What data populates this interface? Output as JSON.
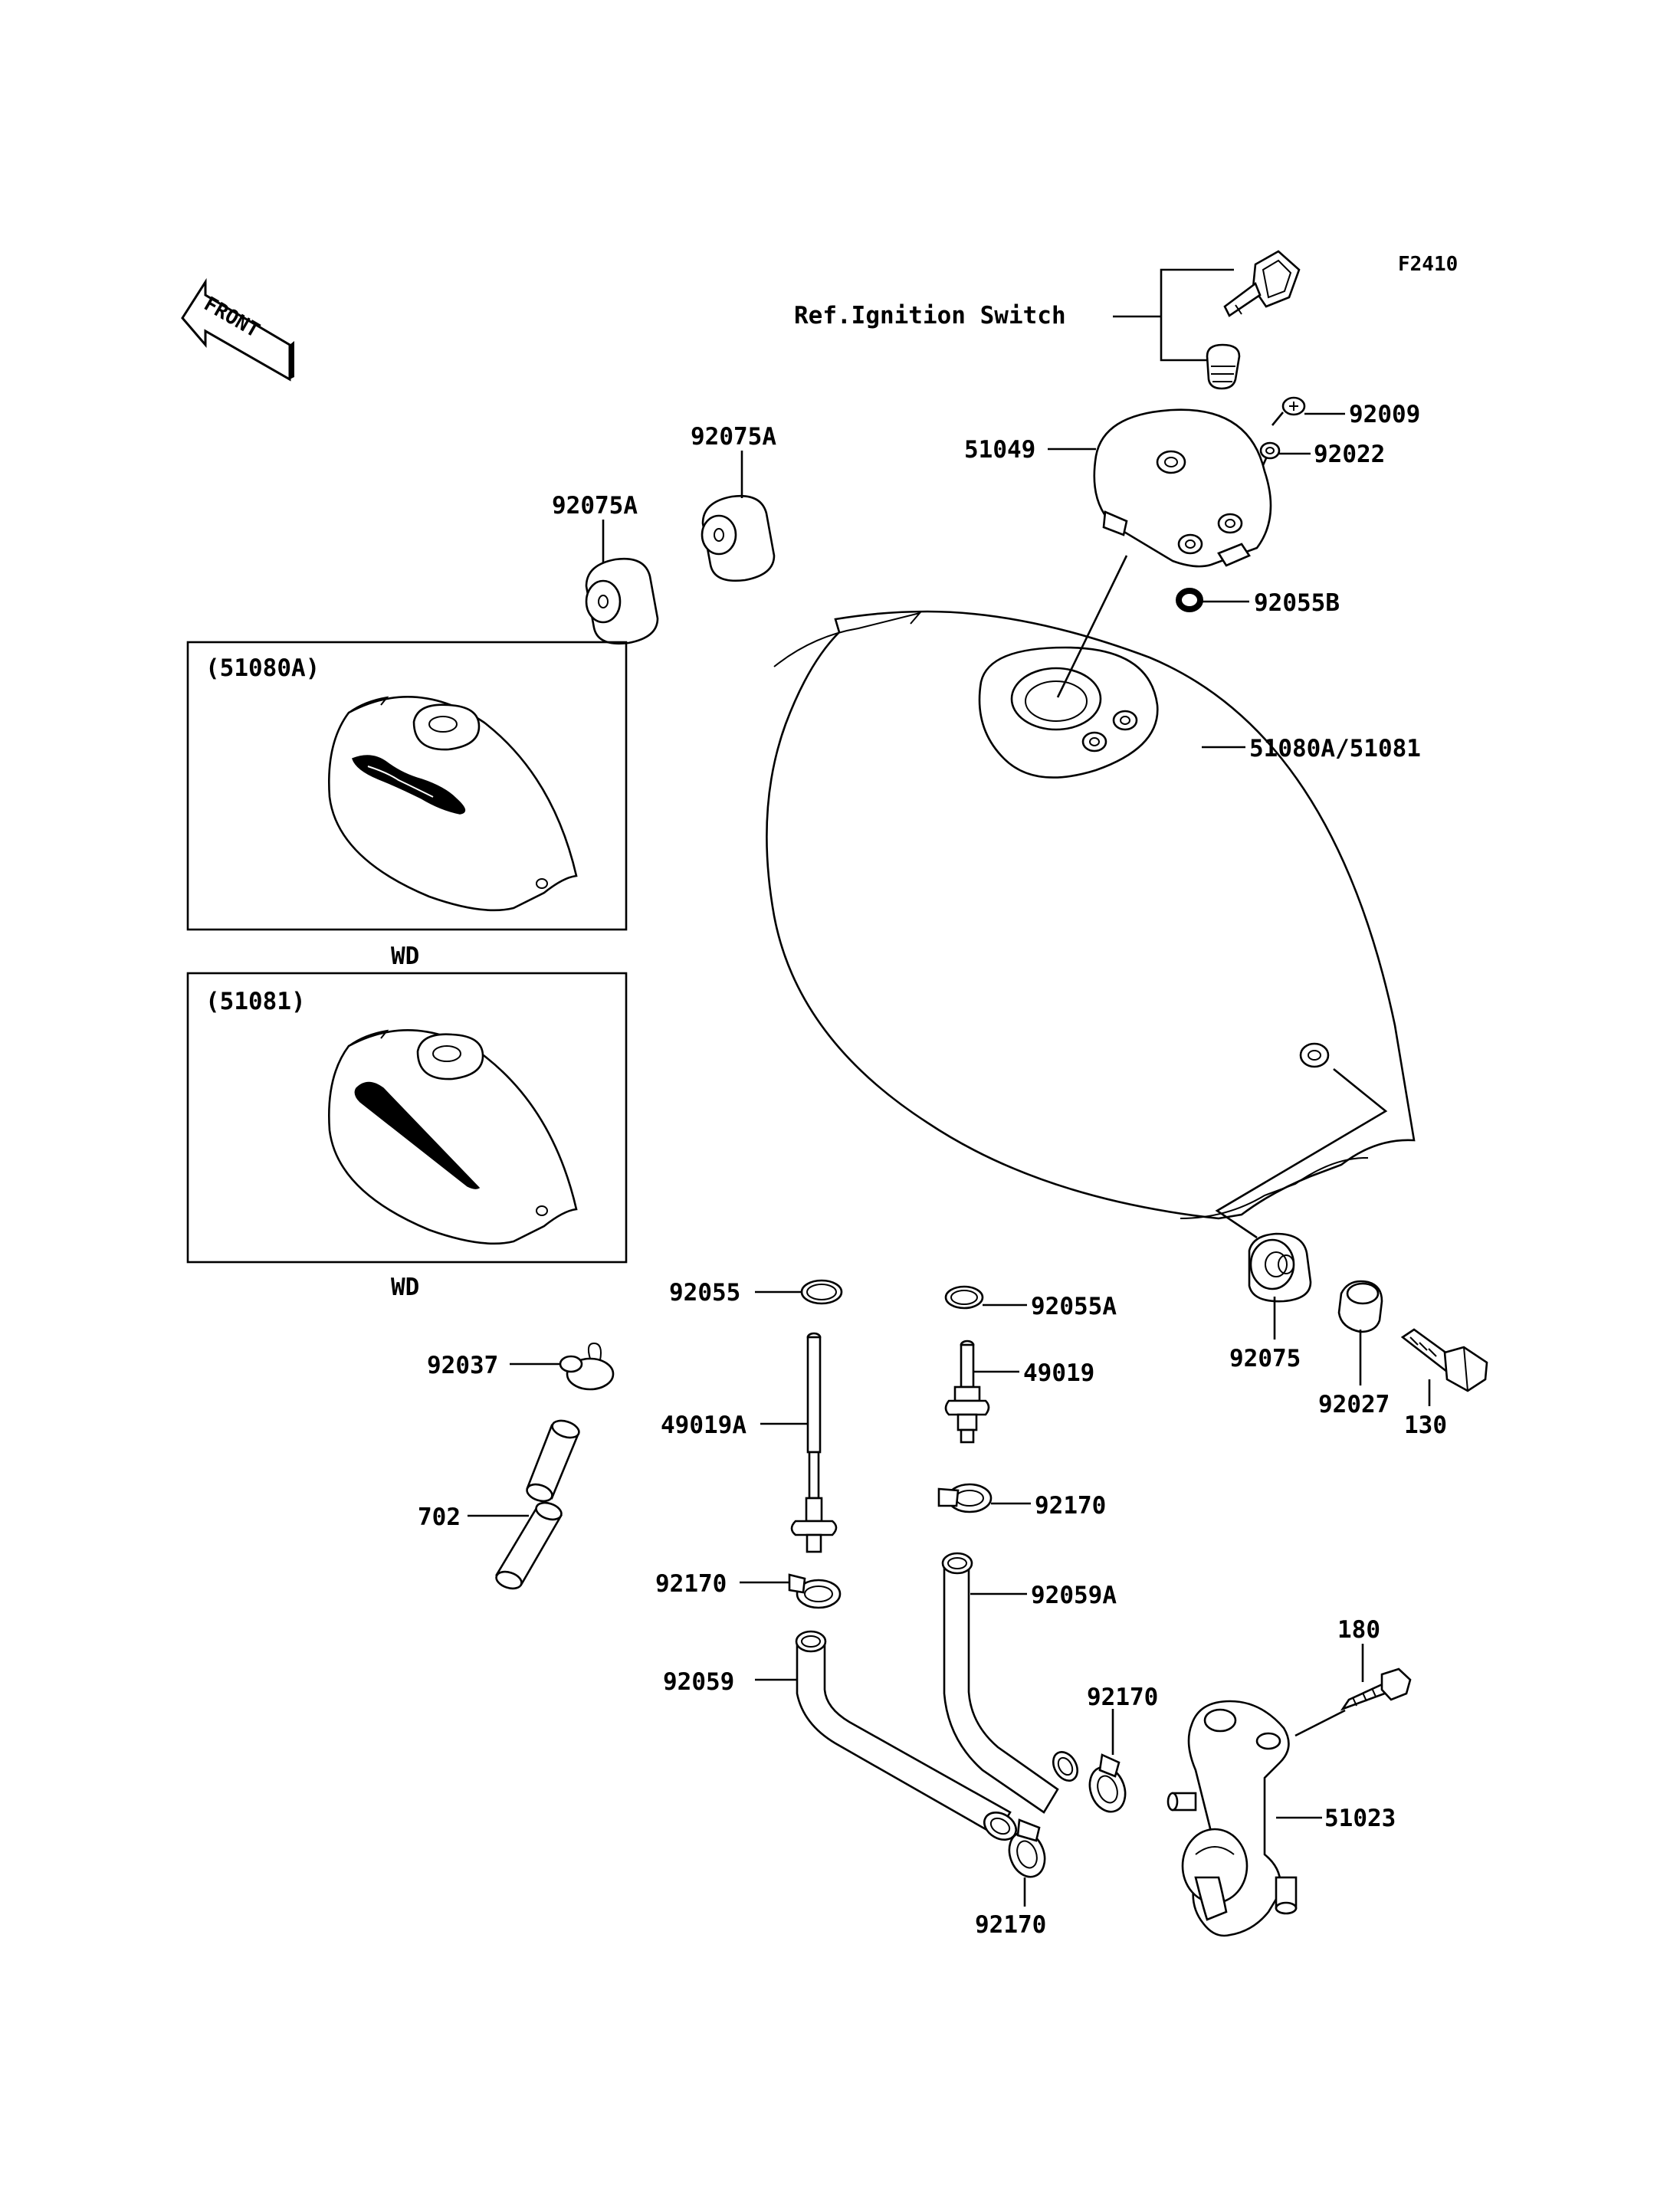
{
  "figure_code": "F2410",
  "front_label": "FRONT",
  "ref_label": "Ref.Ignition Switch",
  "inset_a": {
    "title": "(51080A)",
    "caption": "WD"
  },
  "inset_b": {
    "title": "(51081)",
    "caption": "WD"
  },
  "parts": {
    "p92009": "92009",
    "p92022": "92022",
    "p51049": "51049",
    "p92055B": "92055B",
    "p92075A_1": "92075A",
    "p92075A_2": "92075A",
    "p51080A_51081": "51080A/51081",
    "p92075": "92075",
    "p92027": "92027",
    "p130": "130",
    "p92055": "92055",
    "p92055A": "92055A",
    "p92037": "92037",
    "p49019A": "49019A",
    "p49019": "49019",
    "p702": "702",
    "p92170_1": "92170",
    "p92170_2": "92170",
    "p92059A": "92059A",
    "p92059": "92059",
    "p180": "180",
    "p92170_3": "92170",
    "p51023": "51023",
    "p92170_4": "92170"
  }
}
